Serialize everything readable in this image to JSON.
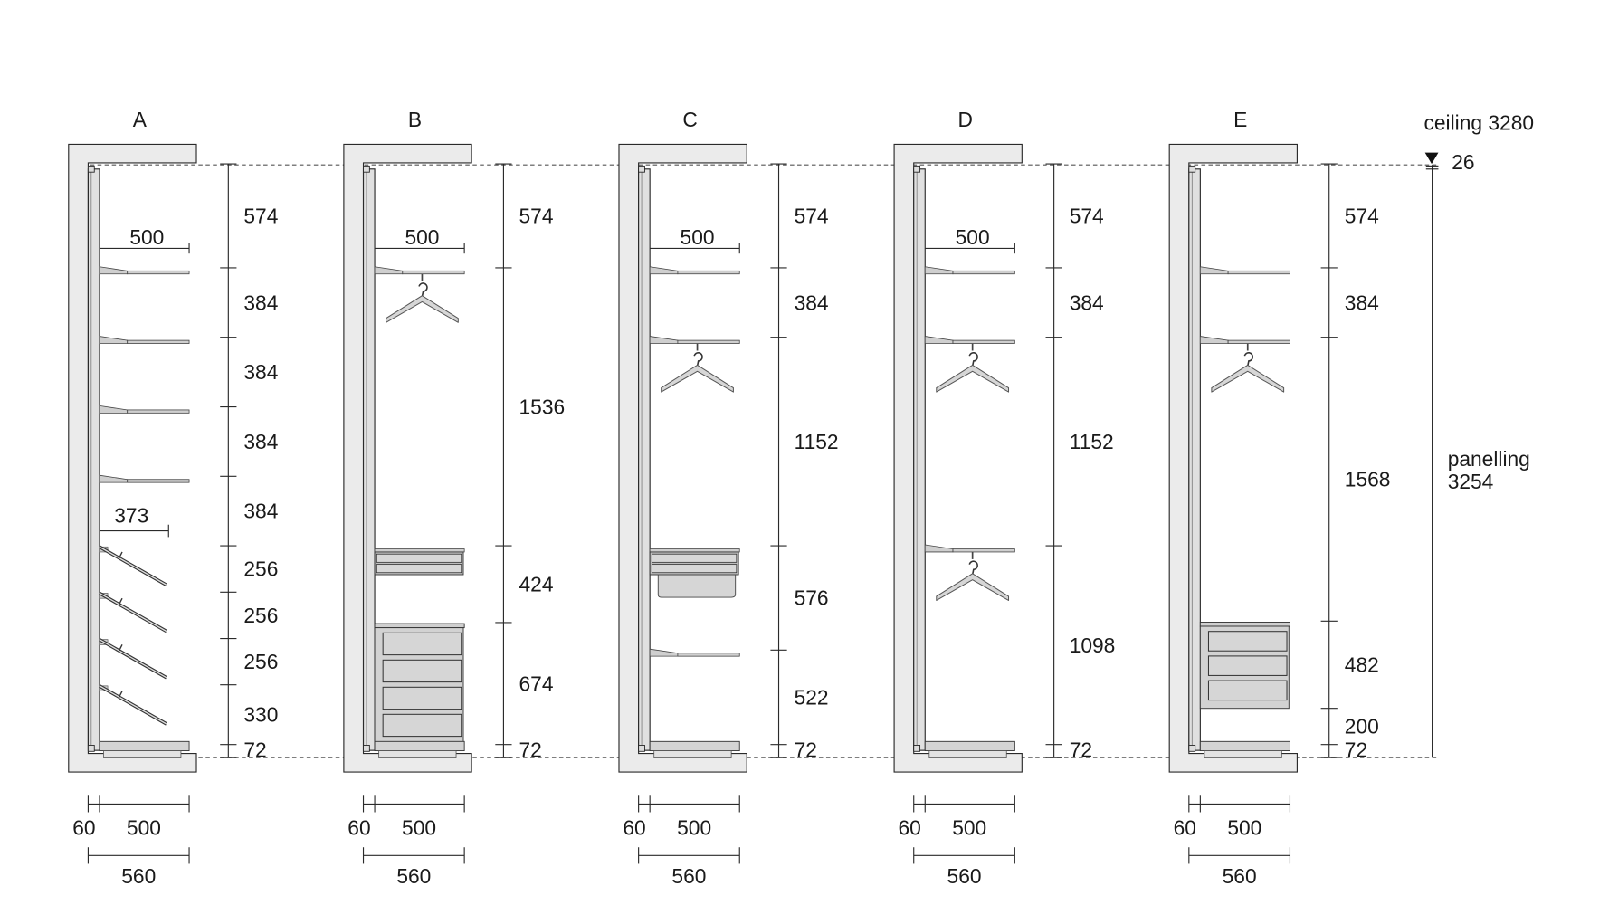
{
  "units": [
    {
      "label": "A",
      "top_dim": "500",
      "rack_dim": "373",
      "dims": [
        574,
        384,
        384,
        384,
        384,
        256,
        256,
        256,
        330,
        72
      ],
      "components": [
        {
          "type": "shelf",
          "at": 1
        },
        {
          "type": "shelf",
          "at": 2
        },
        {
          "type": "shelf",
          "at": 3
        },
        {
          "type": "shelf",
          "at": 4
        },
        {
          "type": "shoe-rack",
          "at": 5
        },
        {
          "type": "shoe-rack",
          "at": 6
        },
        {
          "type": "shoe-rack",
          "at": 7
        },
        {
          "type": "shoe-rack",
          "at": 8
        },
        {
          "type": "plinth"
        }
      ],
      "bottom": {
        "panel": "60",
        "depth": "500",
        "total": "560"
      }
    },
    {
      "label": "B",
      "top_dim": "500",
      "dims": [
        574,
        1536,
        424,
        674,
        72
      ],
      "components": [
        {
          "type": "shelf",
          "at": 1
        },
        {
          "type": "hanger",
          "at": 1
        },
        {
          "type": "small-drawers",
          "at": 2
        },
        {
          "type": "drawer-unit",
          "at": 3,
          "drawers": 4
        },
        {
          "type": "plinth"
        }
      ],
      "bottom": {
        "panel": "60",
        "depth": "500",
        "total": "560"
      }
    },
    {
      "label": "C",
      "top_dim": "500",
      "dims": [
        574,
        384,
        1152,
        576,
        522,
        72
      ],
      "components": [
        {
          "type": "shelf",
          "at": 1
        },
        {
          "type": "shelf",
          "at": 2
        },
        {
          "type": "hanger",
          "at": 2
        },
        {
          "type": "small-drawers",
          "at": 3
        },
        {
          "type": "basket",
          "at": 3
        },
        {
          "type": "shelf",
          "at": 4
        },
        {
          "type": "plinth"
        }
      ],
      "bottom": {
        "panel": "60",
        "depth": "500",
        "total": "560"
      }
    },
    {
      "label": "D",
      "top_dim": "500",
      "dims": [
        574,
        384,
        1152,
        1098,
        72
      ],
      "components": [
        {
          "type": "shelf",
          "at": 1
        },
        {
          "type": "shelf",
          "at": 2
        },
        {
          "type": "hanger",
          "at": 2
        },
        {
          "type": "shelf",
          "at": 3
        },
        {
          "type": "hanger",
          "at": 3
        },
        {
          "type": "plinth"
        }
      ],
      "bottom": {
        "panel": "60",
        "depth": "500",
        "total": "560"
      }
    },
    {
      "label": "E",
      "dims": [
        574,
        384,
        1568,
        482,
        200,
        72
      ],
      "components": [
        {
          "type": "shelf",
          "at": 1
        },
        {
          "type": "shelf",
          "at": 2
        },
        {
          "type": "hanger",
          "at": 2
        },
        {
          "type": "drawer-unit",
          "at": 3,
          "drawers": 3
        },
        {
          "type": "plinth"
        }
      ],
      "bottom": {
        "panel": "60",
        "depth": "500",
        "total": "560"
      }
    }
  ],
  "ceiling": {
    "label": "ceiling 3280",
    "offset": "26"
  },
  "panelling": {
    "label": "panelling",
    "value": "3254"
  },
  "colors": {
    "wall": "#ebebeb",
    "panel": "#e0e0e0",
    "part": "#cfcfcf",
    "line": "#2a2a2a"
  }
}
